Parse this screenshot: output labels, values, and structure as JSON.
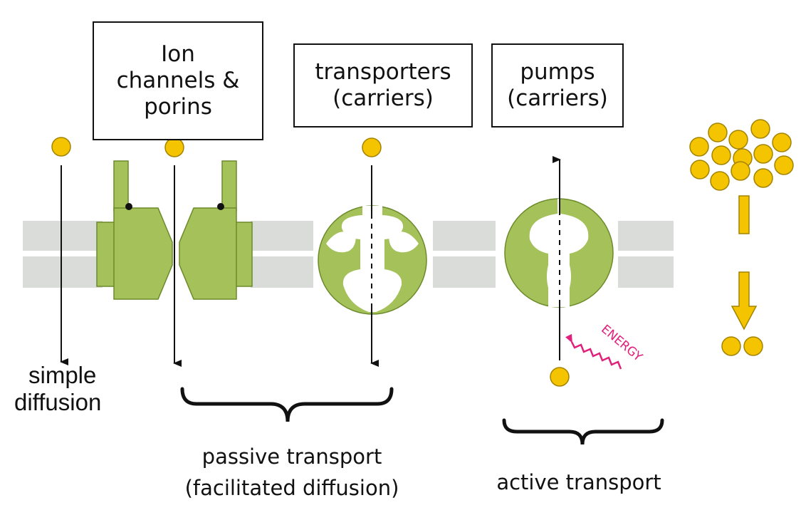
{
  "labels": {
    "ion_channels": [
      "Ion",
      "channels &",
      "porins"
    ],
    "transporters": [
      "transporters",
      "(carriers)"
    ],
    "pumps": [
      "pumps",
      "(carriers)"
    ],
    "simple_diffusion": [
      "simple",
      "diffusion"
    ],
    "passive_transport": [
      "passive transport",
      "(facilitated diffusion)"
    ],
    "active_transport": "active transport",
    "energy": "ENERGY"
  },
  "colors": {
    "membrane": "#d9dcd9",
    "protein_fill": "#a4c15a",
    "protein_stroke": "#6b8a2a",
    "molecule_fill": "#f5c400",
    "molecule_stroke": "#a38300",
    "energy": "#e0207a",
    "ink": "#111111"
  }
}
